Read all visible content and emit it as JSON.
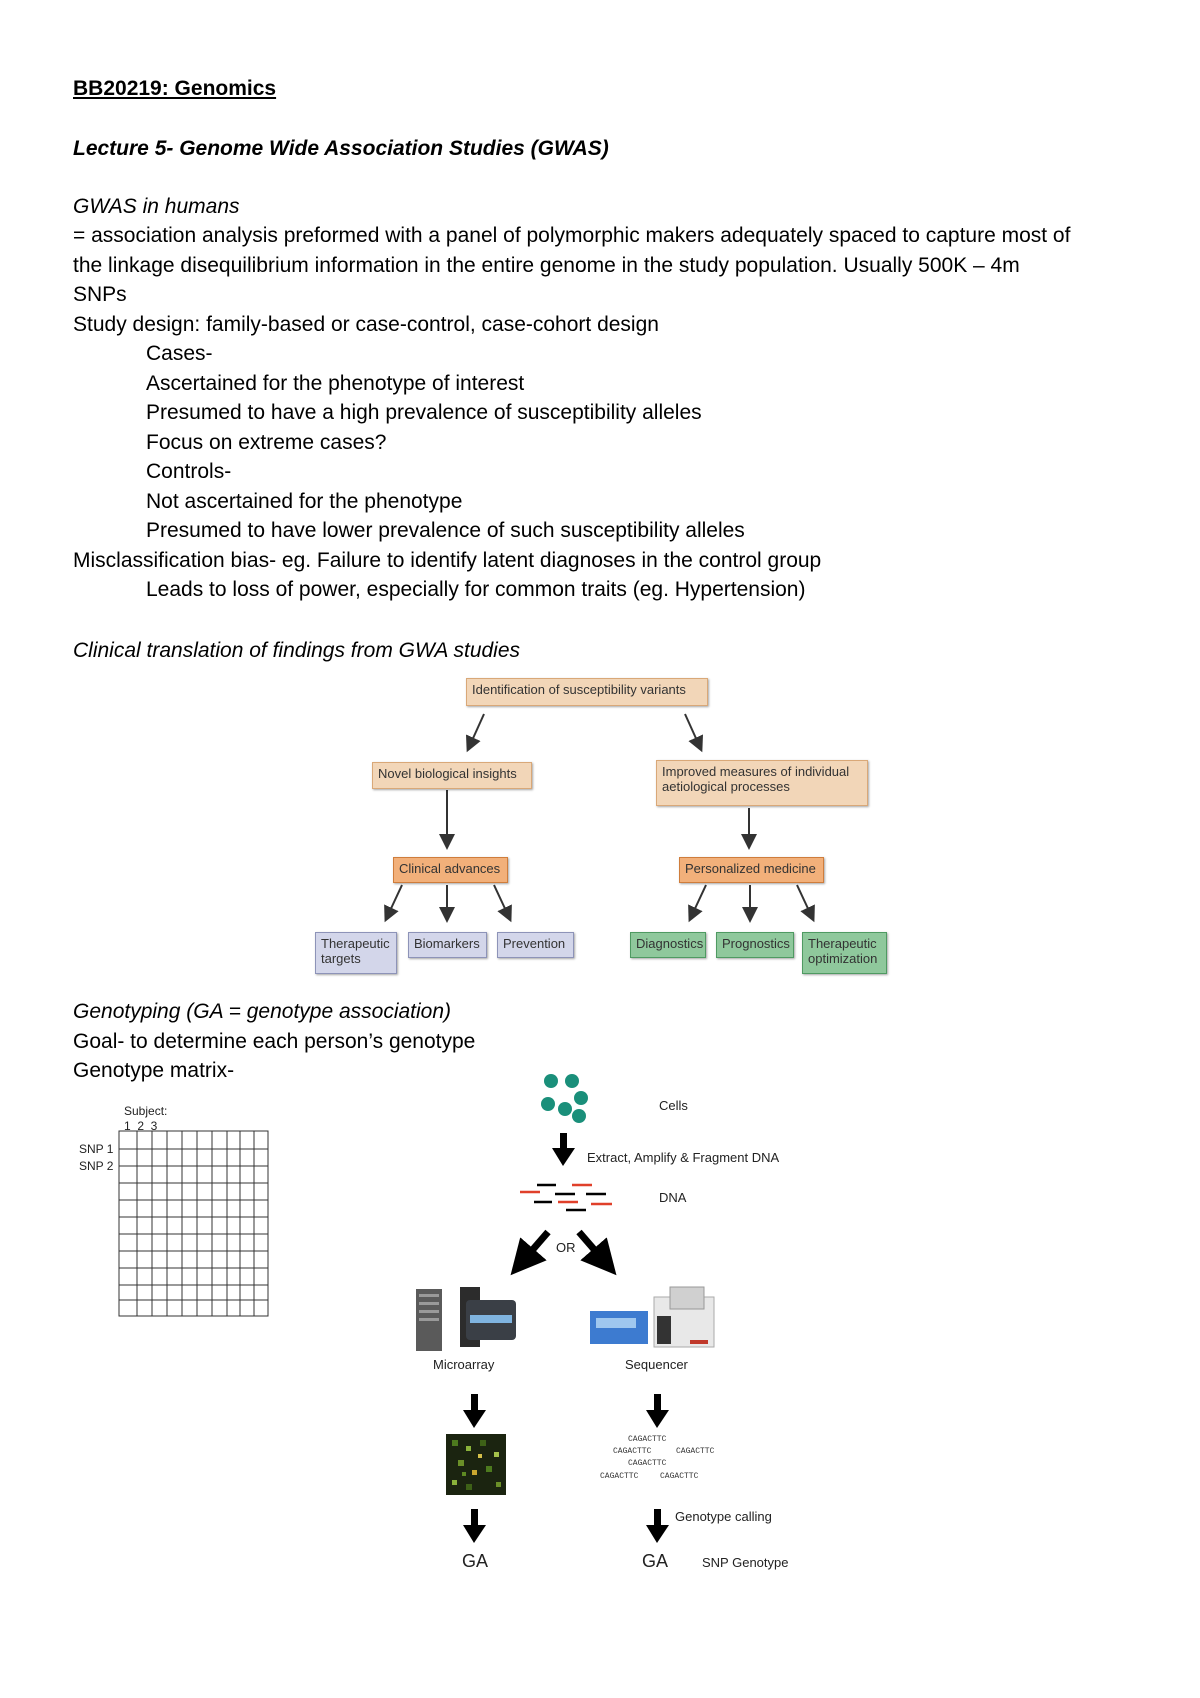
{
  "header": {
    "course": "BB20219: Genomics ",
    "lecture": "Lecture 5- Genome Wide Association Studies (GWAS)"
  },
  "gwas": {
    "heading": "GWAS in humans",
    "def_line1": "= association analysis preformed with a panel of polymorphic makers adequately spaced to capture most of",
    "def_line2": "the linkage disequilibrium information in the entire genome in the study population. Usually 500K – 4m",
    "def_line3": "SNPs",
    "study_design": "Study design: family-based or case-control, case-cohort design",
    "cases": "Cases-",
    "cases_1": "Ascertained for the phenotype of interest",
    "cases_2": "Presumed to have a high prevalence of susceptibility alleles",
    "cases_3": "Focus on extreme cases?",
    "controls": "Controls-",
    "controls_1": "Not ascertained for the phenotype",
    "controls_2": "Presumed to have lower prevalence of such susceptibility alleles",
    "misclass": "Misclassification bias- eg. Failure to identify latent diagnoses in the control group",
    "misclass_1": "Leads to loss of power, especially for common traits (eg. Hypertension)"
  },
  "clinical": {
    "heading": "Clinical translation of findings from GWA studies",
    "top": "Identification of susceptibility variants",
    "left_mid": "Novel biological insights",
    "right_mid": "Improved measures of individual aetiological processes",
    "left_low": "Clinical advances",
    "right_low": "Personalized medicine",
    "leaves": [
      "Therapeutic targets",
      "Biomarkers",
      "Prevention",
      "Diagnostics",
      "Prognostics",
      "Therapeutic optimization"
    ]
  },
  "genotyping": {
    "heading": "Genotyping (GA = genotype association)",
    "goal": "Goal- to determine each person’s genotype",
    "matrix": "Genotype matrix-",
    "subject_label": "Subject:",
    "subject_nums": "1  2  3",
    "snp1": "SNP 1",
    "snp2": "SNP 2"
  },
  "workflow": {
    "cells": "Cells",
    "extract": "Extract, Amplify & Fragment DNA",
    "dna": "DNA",
    "or": "OR",
    "microarray": "Microarray",
    "sequencer": "Sequencer",
    "seq_reads": [
      "CAGACTTC",
      "CAGACTTC",
      "CAGACTTC",
      "CAGACTTC",
      "CAGACTTC",
      "CAGACTTC"
    ],
    "genotype_calling": "Genotype calling",
    "ga_left": "GA",
    "ga_right": "GA",
    "snp_genotype": "SNP Genotype"
  },
  "colors": {
    "tan": "#f2d6b8",
    "orange": "#f2b07a",
    "lavender": "#d3d6ea",
    "green": "#8fc89c",
    "teal_cells": "#1a8f7a",
    "dna_red": "#e0402a"
  }
}
